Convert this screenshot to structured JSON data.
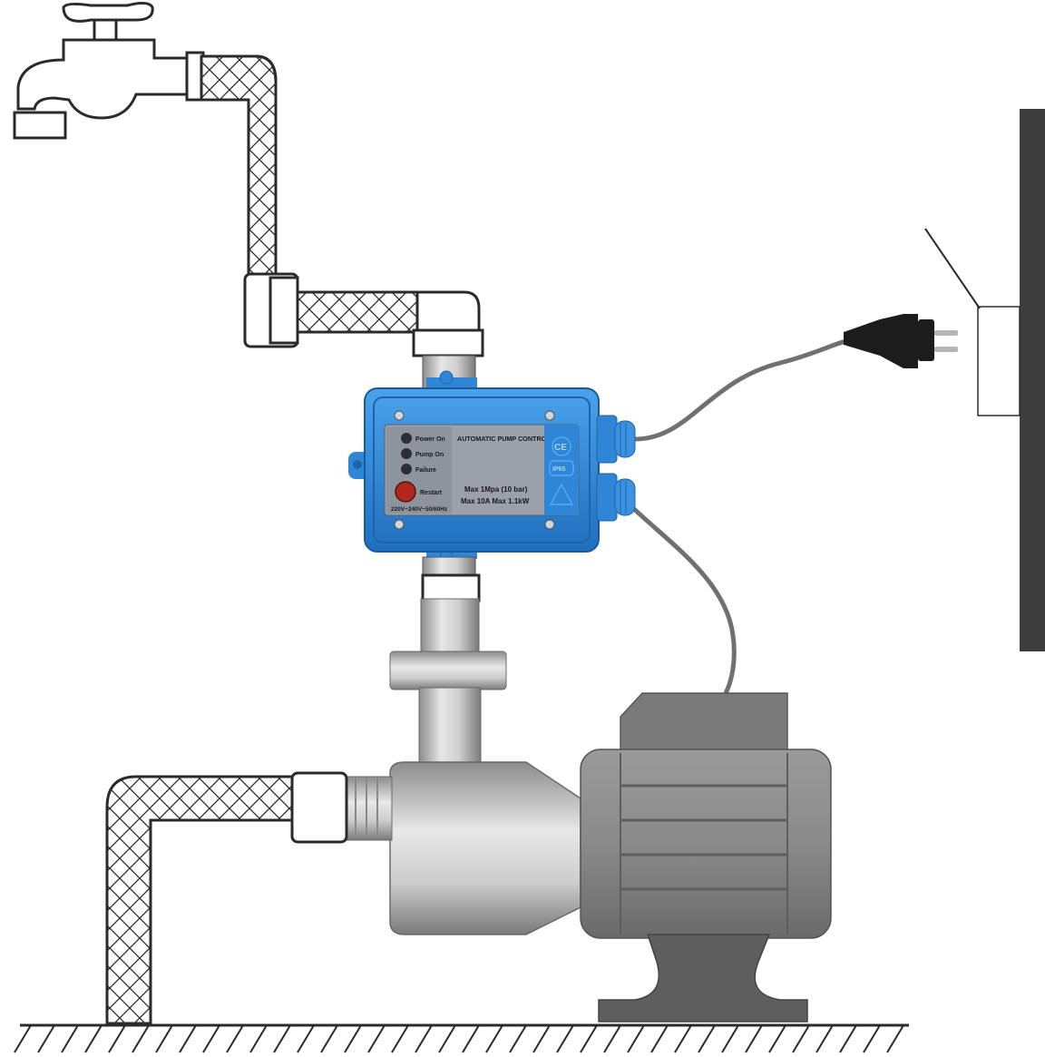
{
  "controller": {
    "title": "AUTOMATIC PUMP CONTROL",
    "leds": [
      {
        "label": "Power On"
      },
      {
        "label": "Pump On"
      },
      {
        "label": "Failure"
      }
    ],
    "restart_label": "Restart",
    "voltage_text": "220V~240V~50/60Hz",
    "spec_line1": "Max 1Mpa (10 bar)",
    "spec_line2": "Max 10A Max 1.1kW",
    "ce_mark": "CE",
    "ip_mark": "IP65",
    "colors": {
      "body": "#2f86d6",
      "body_dark": "#1f64a8",
      "panel": "#9aa1aa",
      "restart": "#b3251f"
    }
  },
  "colors": {
    "pipe_stroke": "#2b2b2b",
    "metal_light": "#d8d8d8",
    "metal_mid": "#a9a9a9",
    "metal_dark": "#6e6e6e",
    "motor": "#8a8a8a",
    "motor_dark": "#5e5e5e",
    "wall": "#3d3d3d",
    "cable": "#707070"
  }
}
